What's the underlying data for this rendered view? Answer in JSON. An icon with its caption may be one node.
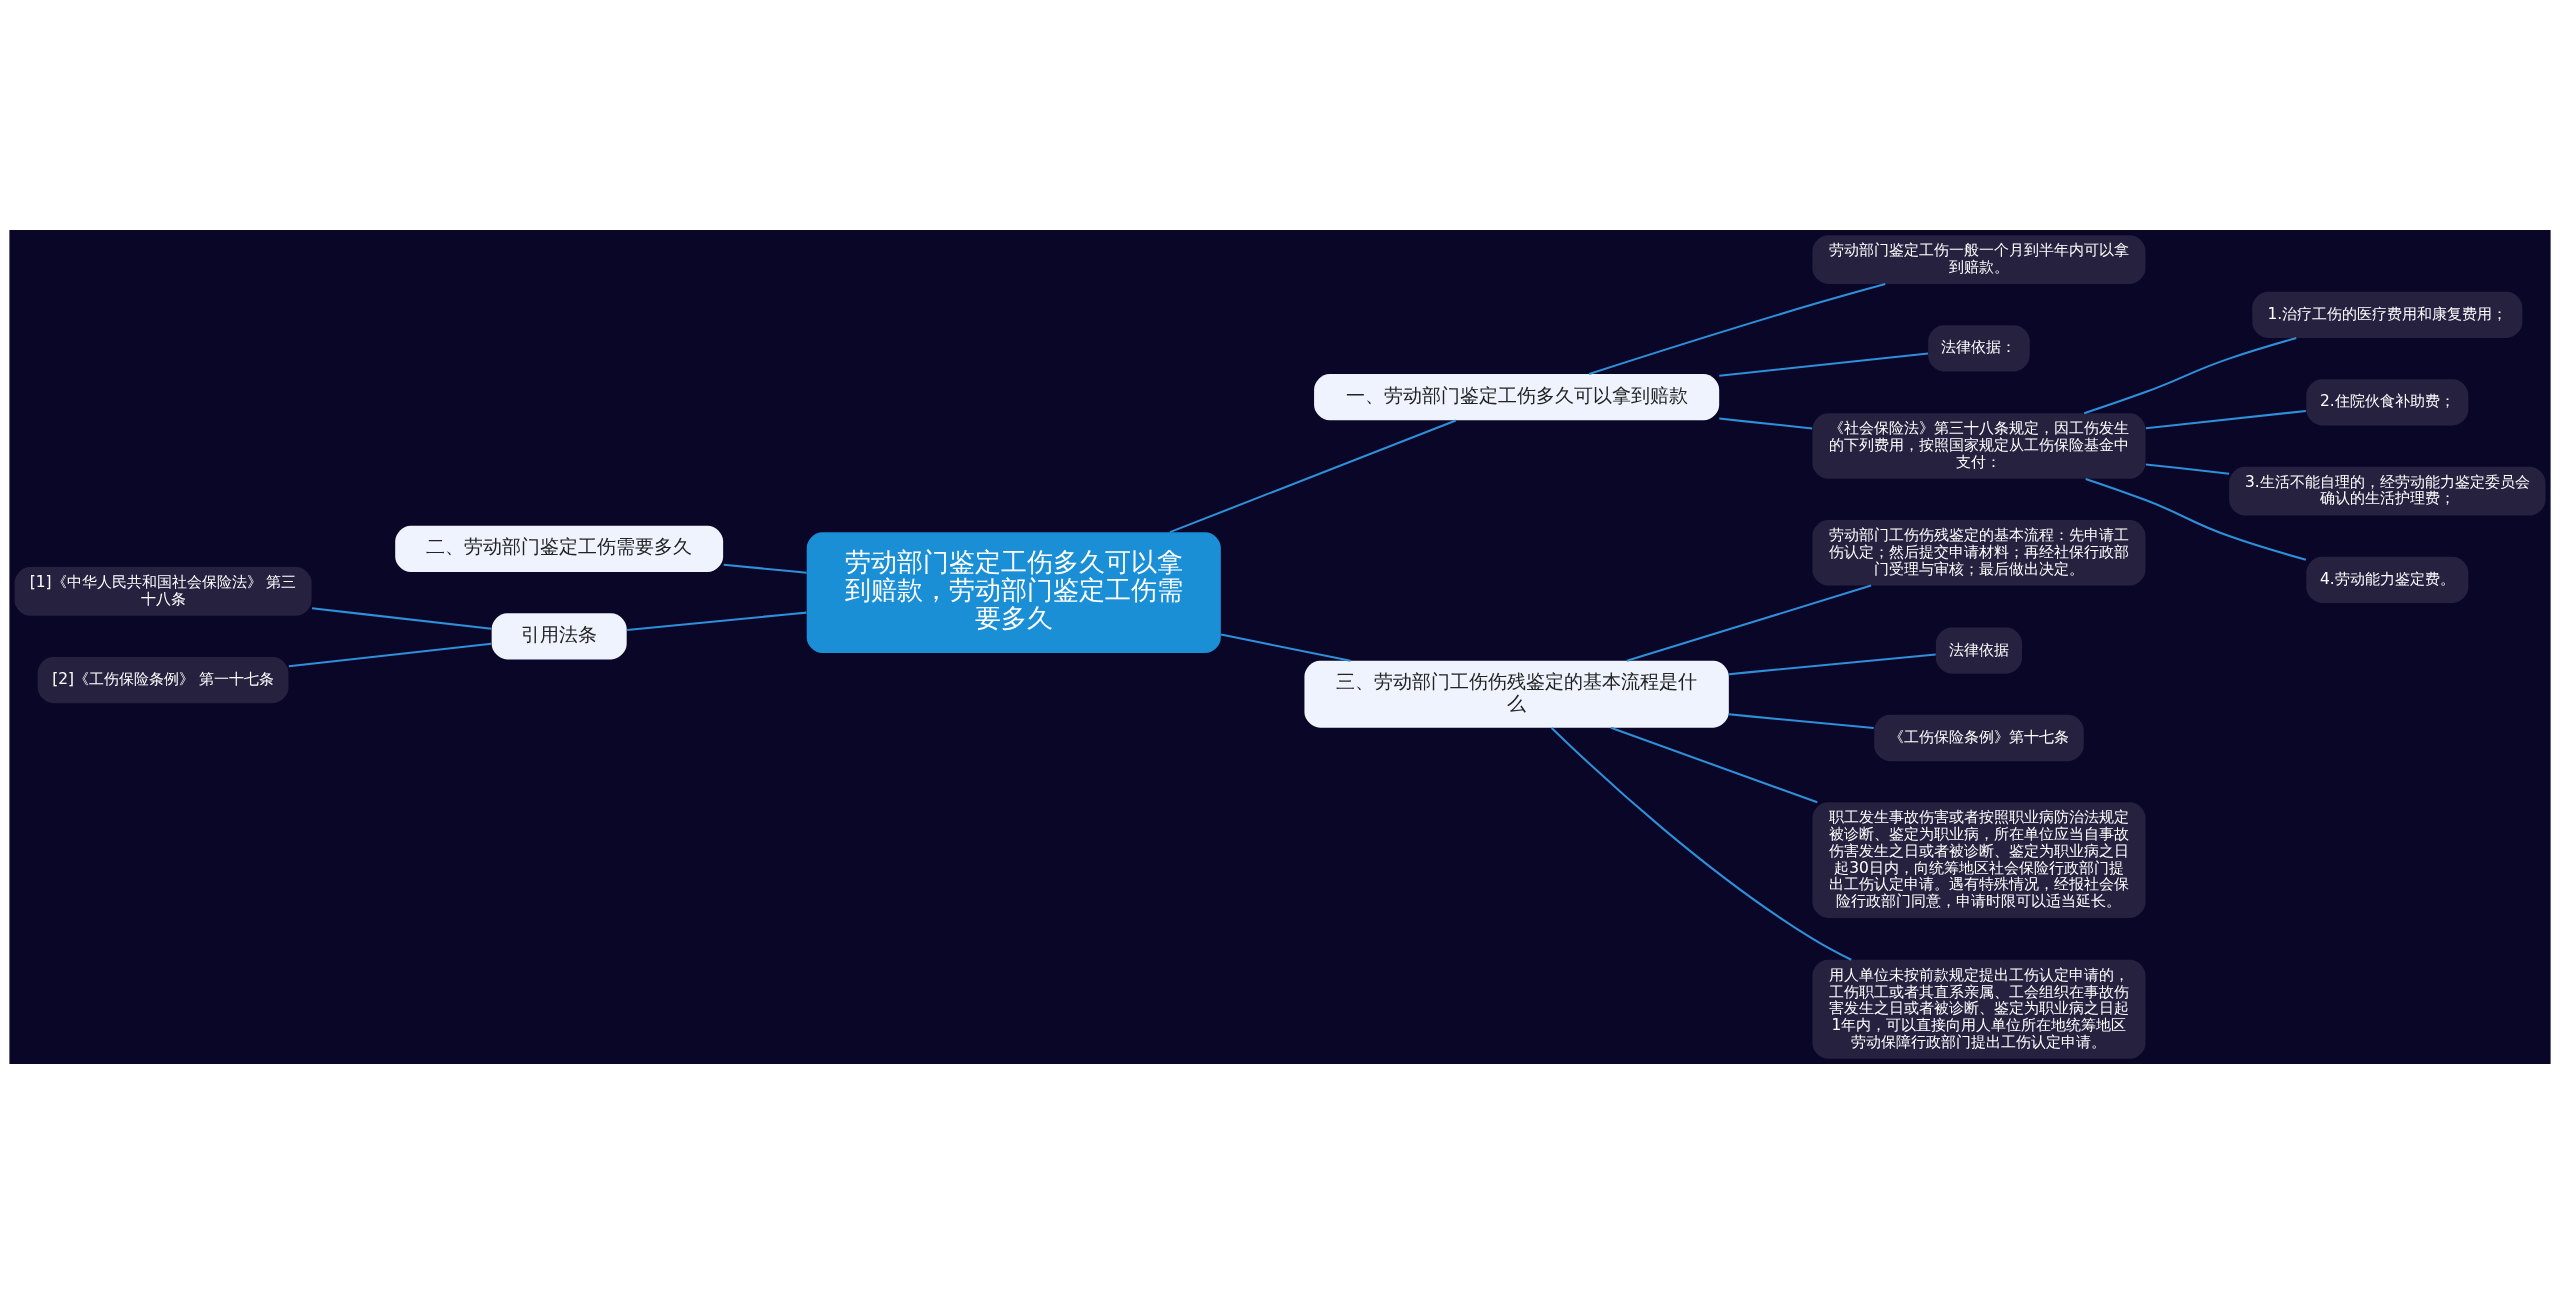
{
  "diagram": {
    "nodes": [
      {
        "text": [
          "劳动部门鉴定工伤多久可以拿到赔款，劳动部门鉴定工伤需要多久"
        ]
      },
      {
        "text": [
          "一、劳动部门鉴定工伤多久可以拿到赔款"
        ]
      },
      {
        "text": [
          "劳动部门鉴定工伤一般一个月到半年内可以拿到赔款。"
        ]
      },
      {
        "text": [
          "法律依据："
        ]
      },
      {
        "text": [
          "《社会保险法》第三十八条规定，因工伤发生的下列费用，按照国家规定从工伤保险基金中支付："
        ]
      },
      {
        "text": [
          "1.治疗工伤的医疗费用和康复费用；"
        ]
      },
      {
        "text": [
          "2.住院伙食补助费；"
        ]
      },
      {
        "text": [
          "3.生活不能自理的，经劳动能力鉴定委员会确认的生活护理费；"
        ]
      },
      {
        "text": [
          "4.劳动能力鉴定费。"
        ]
      },
      {
        "text": [
          "二、劳动部门鉴定工伤需要多久"
        ]
      },
      {
        "text": [
          "引用法条"
        ]
      },
      {
        "text": [
          "[1]《中华人民共和国社会保险法》 第三十八条"
        ]
      },
      {
        "text": [
          "[2]《工伤保险条例》 第一十七条"
        ]
      },
      {
        "text": [
          "三、劳动部门工伤伤残鉴定的基本流程是什么"
        ]
      },
      {
        "text": [
          "劳动部门工伤伤残鉴定的基本流程：先申请工伤认定；然后提交申请材料；再经社保行政部门受理与审核；最后做出决定。"
        ]
      },
      {
        "text": [
          "法律依据"
        ]
      },
      {
        "text": [
          "《工伤保险条例》第十七条"
        ]
      },
      {
        "text": [
          "职工发生事故伤害或者按照职业病防治法规定被诊断、鉴定为职业病，所在单位应当自事故伤害发生之日或者被诊断、鉴定为职业病之日起30日内，向统筹地区社会保险行政部门提出工伤认定申请。遇有特殊情况，经报社会保险行政部门同意，申请时限可以适当延长。"
        ]
      },
      {
        "text": [
          "用人单位未按前款规定提出工伤认定申请的，工伤职工或者其直系亲属、工会组织在事故伤害发生之日或者被诊断、鉴定为职业病之日起1年内，可以直接向用人单位所在地统筹地区劳动保障行政部门提出工伤认定申请。"
        ]
      }
    ],
    "edges": [
      {
        "from": 0,
        "to": 1,
        "arrow": "none"
      },
      {
        "from": 1,
        "to": 2,
        "arrow": "none"
      },
      {
        "from": 1,
        "to": 3,
        "arrow": "none"
      },
      {
        "from": 1,
        "to": 4,
        "arrow": "none"
      },
      {
        "from": 4,
        "to": 5,
        "arrow": "none"
      },
      {
        "from": 4,
        "to": 6,
        "arrow": "none"
      },
      {
        "from": 4,
        "to": 7,
        "arrow": "none"
      },
      {
        "from": 4,
        "to": 8,
        "arrow": "none"
      },
      {
        "from": 0,
        "to": 9,
        "arrow": "none"
      },
      {
        "from": 0,
        "to": 10,
        "arrow": "none"
      },
      {
        "from": 10,
        "to": 11,
        "arrow": "none"
      },
      {
        "from": 10,
        "to": 12,
        "arrow": "none"
      },
      {
        "from": 0,
        "to": 13,
        "arrow": "none"
      },
      {
        "from": 13,
        "to": 14,
        "arrow": "none"
      },
      {
        "from": 13,
        "to": 15,
        "arrow": "none"
      },
      {
        "from": 13,
        "to": 16,
        "arrow": "none"
      },
      {
        "from": 13,
        "to": 17,
        "arrow": "none"
      },
      {
        "from": 13,
        "to": 18,
        "arrow": "none"
      }
    ]
  }
}
